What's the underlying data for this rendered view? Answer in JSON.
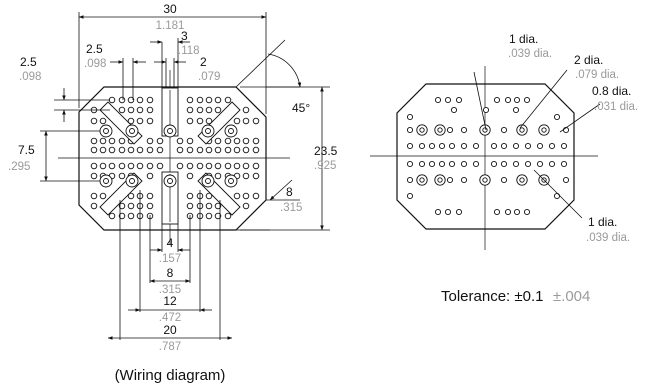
{
  "wiring_view": {
    "caption": "(Wiring diagram)",
    "dims": {
      "width_top": {
        "mm": "30",
        "inch": "1.181"
      },
      "dim_3": {
        "mm": "3",
        "inch": ".118"
      },
      "dim_2": {
        "mm": "2",
        "inch": ".079"
      },
      "dim_2_5_a": {
        "mm": "2.5",
        "inch": ".098"
      },
      "dim_2_5_b": {
        "mm": "2.5",
        "inch": ".098"
      },
      "dim_7_5": {
        "mm": "7.5",
        "inch": ".295"
      },
      "height": {
        "mm": "23.5",
        "inch": ".925"
      },
      "chamfer": {
        "mm": "8",
        "inch": ".315"
      },
      "angle": "45°",
      "dim_4": {
        "mm": "4",
        "inch": ".157"
      },
      "dim_8": {
        "mm": "8",
        "inch": ".315"
      },
      "dim_12": {
        "mm": "12",
        "inch": ".472"
      },
      "dim_20": {
        "mm": "20",
        "inch": ".787"
      }
    }
  },
  "pcb_view": {
    "callouts": {
      "top_1": {
        "mm": "1 dia.",
        "inch": ".039 dia."
      },
      "top_2": {
        "mm": "2 dia.",
        "inch": ".079 dia."
      },
      "top_0_8": {
        "mm": "0.8 dia.",
        "inch": ".031 dia."
      },
      "bottom_1": {
        "mm": "1 dia.",
        "inch": ".039 dia."
      }
    }
  },
  "tolerance": {
    "label": "Tolerance: ",
    "mm": "±0.1",
    "inch": "±.004"
  }
}
